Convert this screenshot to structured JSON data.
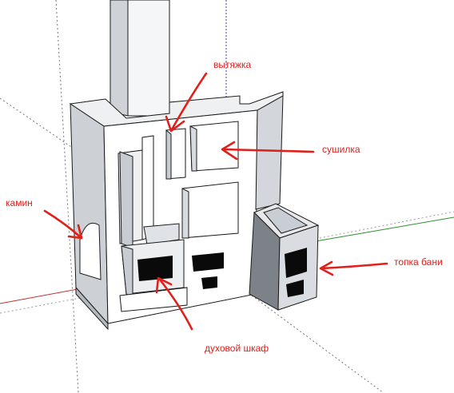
{
  "labels": {
    "vytyazhka": "вытяжка",
    "sushilka": "сушилка",
    "kamin": "камин",
    "topka_bani": "топка бани",
    "dukhovoy_shkaf": "духовой шкаф"
  },
  "colors": {
    "annotation": "#e0201a",
    "model_face_light": "#ffffff",
    "model_face_mid": "#e3e6ea",
    "model_face_dark": "#b4b9bf",
    "model_opening": "#0a0a0a",
    "edge": "#1a1a1a",
    "axis_green": "#2f8f2f",
    "axis_red": "#c43030",
    "axis_blue": "#3a3aa8"
  },
  "icons": {
    "arrows": "freehand-arrow-icon",
    "model": "stove-3d-model"
  }
}
